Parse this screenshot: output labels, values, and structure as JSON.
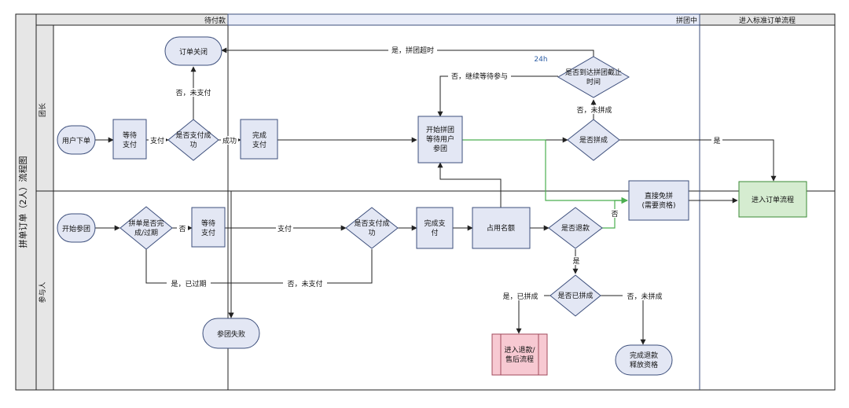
{
  "diagram": {
    "title": "拼单订单（2人）流程图",
    "phases": {
      "pending": "待付款",
      "grouping": "拼团中",
      "standard": "进入标准订单流程"
    },
    "lanes": {
      "leader": "团长",
      "participant": "参与人"
    },
    "nodes": {
      "close_order": "订单关闭",
      "user_order": "用户下单",
      "wait_pay_1": [
        "等待",
        "支付"
      ],
      "pay_success_1": [
        "是否支付成",
        "功"
      ],
      "pay_done_1": [
        "完成",
        "支付"
      ],
      "start_group": [
        "开始拼团",
        "等待用户",
        "参团"
      ],
      "deadline_check": [
        "是否到达拼团截止",
        "时间"
      ],
      "is_grouped": "是否拼成",
      "direct_free": [
        "直接免拼",
        "(需要资格)"
      ],
      "enter_order": "进入订单流程",
      "start_join": "开始参团",
      "group_expired": [
        "拼单是否完",
        "成/过期"
      ],
      "wait_pay_2": [
        "等待",
        "支付"
      ],
      "pay_success_2": [
        "是否支付成",
        "功"
      ],
      "pay_done_2": [
        "完成支",
        "付"
      ],
      "occupy_slot": "占用名额",
      "is_refund": "是否退款",
      "is_already_grouped": "是否已拼成",
      "join_failed": "参团失败",
      "refund_flow": [
        "进入退款/",
        "售后流程"
      ],
      "refund_done": [
        "完成退款",
        "释放资格"
      ]
    },
    "edge_labels": {
      "timeout": "是，拼团超时",
      "deadline_24h": "24h",
      "keep_waiting": "否，继续等待参与",
      "not_grouped": "否，未拼成",
      "not_paid_top": "否，未支付",
      "pay_label": "支付",
      "success_label": "成功",
      "yes_right": "是",
      "no_direct": "否",
      "expired_no": "否",
      "pay_label_2": "支付",
      "expired_yes": "是，已过期",
      "not_paid_bottom": "否，未支付",
      "refund_yes": "是",
      "already_yes": "是，已拼成",
      "already_no": "否，未拼成"
    },
    "colors": {
      "process_fill": "#E3E7F4",
      "process_stroke": "#3D4F7C",
      "green_fill": "#D5ECD0",
      "green_stroke": "#3A8A34",
      "green_line": "#4CAF50",
      "pink_fill": "#F7C9D2",
      "pink_stroke": "#A04A5C",
      "blue_text": "#2F5FA5",
      "divider": "#3D4F7C"
    }
  }
}
